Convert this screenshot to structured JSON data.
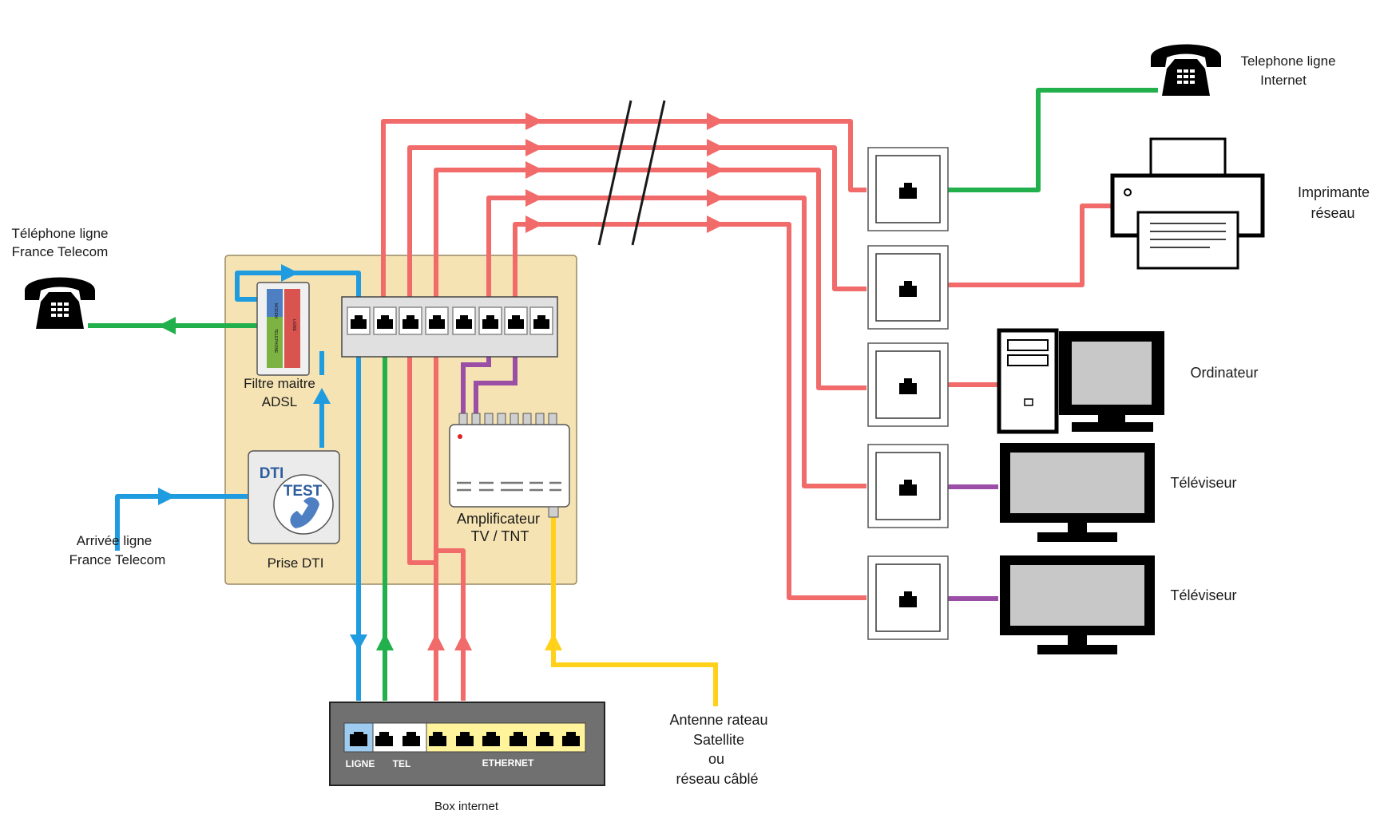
{
  "labels": {
    "tel_france_telecom": [
      "Téléphone ligne",
      "France Telecom"
    ],
    "arrivee_ligne": [
      "Arrivée ligne",
      "France Telecom"
    ],
    "filtre": [
      "Filtre maitre",
      "ADSL"
    ],
    "prise_dti": "Prise DTI",
    "dti_badge": "DTI",
    "test_badge": "TEST",
    "amplificateur": [
      "Amplificateur",
      "TV / TNT"
    ],
    "antenne": [
      "Antenne rateau",
      "Satellite",
      "ou",
      "réseau câblé"
    ],
    "box_internet": "Box internet",
    "tel_internet": [
      "Telephone ligne",
      "Internet"
    ],
    "imprimante": [
      "Imprimante",
      "réseau"
    ],
    "ordinateur": "Ordinateur",
    "televiseur_1": "Téléviseur",
    "televiseur_2": "Téléviseur"
  },
  "box_ports": {
    "ligne": "LIGNE",
    "tel": "TEL",
    "ethernet": "ETHERNET"
  },
  "filter_labels": {
    "modem": "MODEM",
    "telephone": "TELEPHONE",
    "ligne": "LIGNE"
  },
  "colors": {
    "line_blue": "#1f9be0",
    "line_green": "#21b04b",
    "line_red": "#f26b6b",
    "line_purple": "#9b4ea6",
    "line_yellow": "#ffd11a",
    "panel_bg": "#f5e3b3",
    "box_bg": "#707070",
    "ethernet_yellow": "#fff49c",
    "ligne_blue": "#9ecbf0",
    "screen_gray": "#c8c8c8"
  },
  "icons": [
    "phone-icon",
    "printer-icon",
    "computer-icon",
    "tv-icon",
    "rj45-port-icon",
    "arrow-icon"
  ]
}
